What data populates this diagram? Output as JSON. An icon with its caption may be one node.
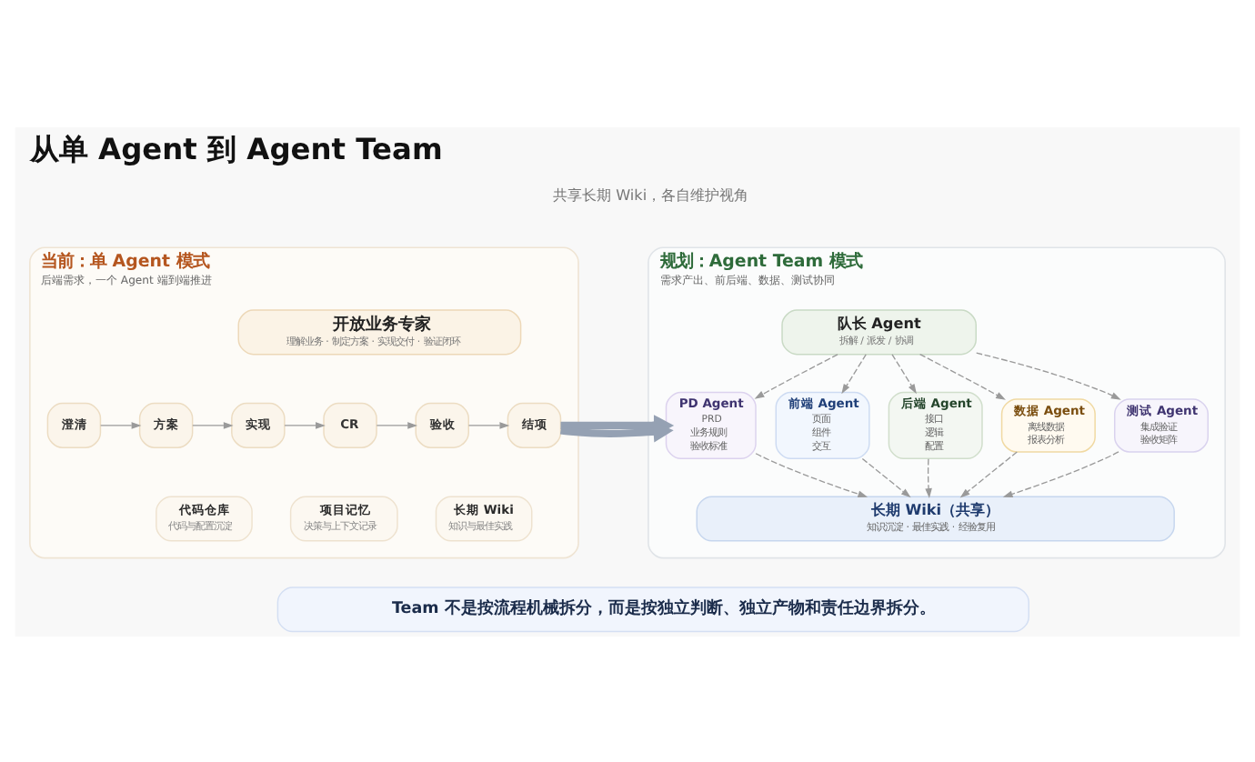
{
  "diagram": {
    "title": "从单 Agent 到 Agent Team",
    "nodes": [
      {
        "text": [
          "当前：单 Agent 模式",
          "后端需求，一个 Agent 端到端推进"
        ]
      },
      {
        "text": [
          "开放业务专家",
          "理解业务 · 制定方案 · 实现交付 · 验证闭环"
        ],
        "in": 0
      },
      {
        "text": [
          "澄清"
        ],
        "in": 0
      },
      {
        "text": [
          "方案"
        ],
        "in": 0
      },
      {
        "text": [
          "实现"
        ],
        "in": 0
      },
      {
        "text": [
          "CR"
        ],
        "in": 0
      },
      {
        "text": [
          "验收"
        ],
        "in": 0
      },
      {
        "text": [
          "结项"
        ],
        "in": 0
      },
      {
        "text": [
          "代码仓库",
          "代码与配置沉淀"
        ],
        "in": 0
      },
      {
        "text": [
          "项目记忆",
          "决策与上下文记录"
        ],
        "in": 0
      },
      {
        "text": [
          "长期 Wiki",
          "知识与最佳实践"
        ],
        "in": 0
      },
      {
        "text": [
          "规划：Agent Team 模式",
          "需求产出、前后端、数据、测试协同"
        ]
      },
      {
        "text": [
          "队长 Agent",
          "拆解 / 派发 / 协调"
        ],
        "in": 11
      },
      {
        "text": [
          "PD Agent",
          "PRD",
          "业务规则",
          "验收标准"
        ],
        "in": 11
      },
      {
        "text": [
          "前端 Agent",
          "页面",
          "组件",
          "交互"
        ],
        "in": 11
      },
      {
        "text": [
          "后端 Agent",
          "接口",
          "逻辑",
          "配置"
        ],
        "in": 11
      },
      {
        "text": [
          "数据 Agent",
          "离线数据",
          "报表分析"
        ],
        "in": 11
      },
      {
        "text": [
          "测试 Agent",
          "集成验证",
          "验收矩阵"
        ],
        "in": 11
      },
      {
        "text": [
          "长期 Wiki（共享）",
          "知识沉淀 · 最佳实践 · 经验复用"
        ],
        "in": 11
      },
      {
        "text": [
          "Team 不是按流程机械拆分，而是按独立判断、独立产物和责任边界拆分。"
        ]
      }
    ],
    "edges": [
      {
        "from": 2,
        "to": 3,
        "arrow": "to"
      },
      {
        "from": 3,
        "to": 4,
        "arrow": "to"
      },
      {
        "from": 4,
        "to": 5,
        "arrow": "to"
      },
      {
        "from": 5,
        "to": 6,
        "arrow": "to"
      },
      {
        "from": 6,
        "to": 7,
        "arrow": "to"
      },
      {
        "from": 0,
        "to": 11,
        "arrow": "to",
        "style": "thick",
        "color": "#95a1b3"
      },
      {
        "from": 12,
        "to": 13,
        "arrow": "to",
        "style": "dashed"
      },
      {
        "from": 12,
        "to": 14,
        "arrow": "to",
        "style": "dashed"
      },
      {
        "from": 12,
        "to": 15,
        "arrow": "to",
        "style": "dashed"
      },
      {
        "from": 12,
        "to": 16,
        "arrow": "to",
        "style": "dashed"
      },
      {
        "from": 12,
        "to": 17,
        "arrow": "to",
        "style": "dashed"
      },
      {
        "from": 13,
        "to": 18,
        "arrow": "to",
        "style": "dashed"
      },
      {
        "from": 14,
        "to": 18,
        "arrow": "to",
        "style": "dashed"
      },
      {
        "from": 15,
        "to": 18,
        "arrow": "to",
        "style": "dashed"
      },
      {
        "from": 16,
        "to": 18,
        "arrow": "to",
        "style": "dashed"
      },
      {
        "from": 17,
        "to": 18,
        "arrow": "to",
        "style": "dashed"
      }
    ],
    "labels": [
      "共享长期 Wiki，各自维护视角"
    ]
  }
}
